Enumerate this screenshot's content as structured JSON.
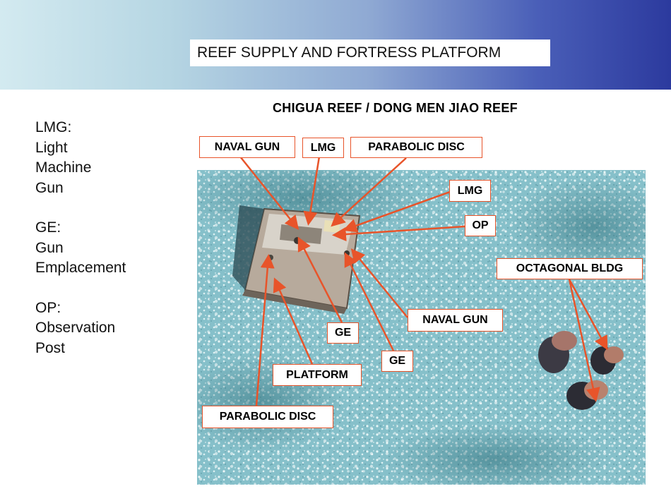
{
  "slide": {
    "title": "REEF SUPPLY AND FORTRESS PLATFORM",
    "subtitle": "CHIGUA REEF / DONG MEN JIAO REEF"
  },
  "legend": [
    {
      "lines": [
        "LMG:",
        "Light",
        "Machine",
        "Gun"
      ]
    },
    {
      "lines": [
        "GE:",
        "Gun",
        "Emplacement"
      ]
    },
    {
      "lines": [
        "OP:",
        "Observation",
        "Post"
      ]
    }
  ],
  "callouts": {
    "naval_gun_top": "NAVAL GUN",
    "lmg_top": "LMG",
    "parabolic_disc_top": "PARABOLIC DISC",
    "lmg_right": "LMG",
    "op": "OP",
    "octagonal_bldg": "OCTAGONAL BLDG",
    "naval_gun_right": "NAVAL GUN",
    "ge_left": "GE",
    "ge_right": "GE",
    "platform": "PLATFORM",
    "parabolic_disc_bottom": "PARABOLIC DISC"
  },
  "colors": {
    "callout_border": "#e8542a",
    "arrow": "#e8542a",
    "water": "#7fb9c4"
  }
}
